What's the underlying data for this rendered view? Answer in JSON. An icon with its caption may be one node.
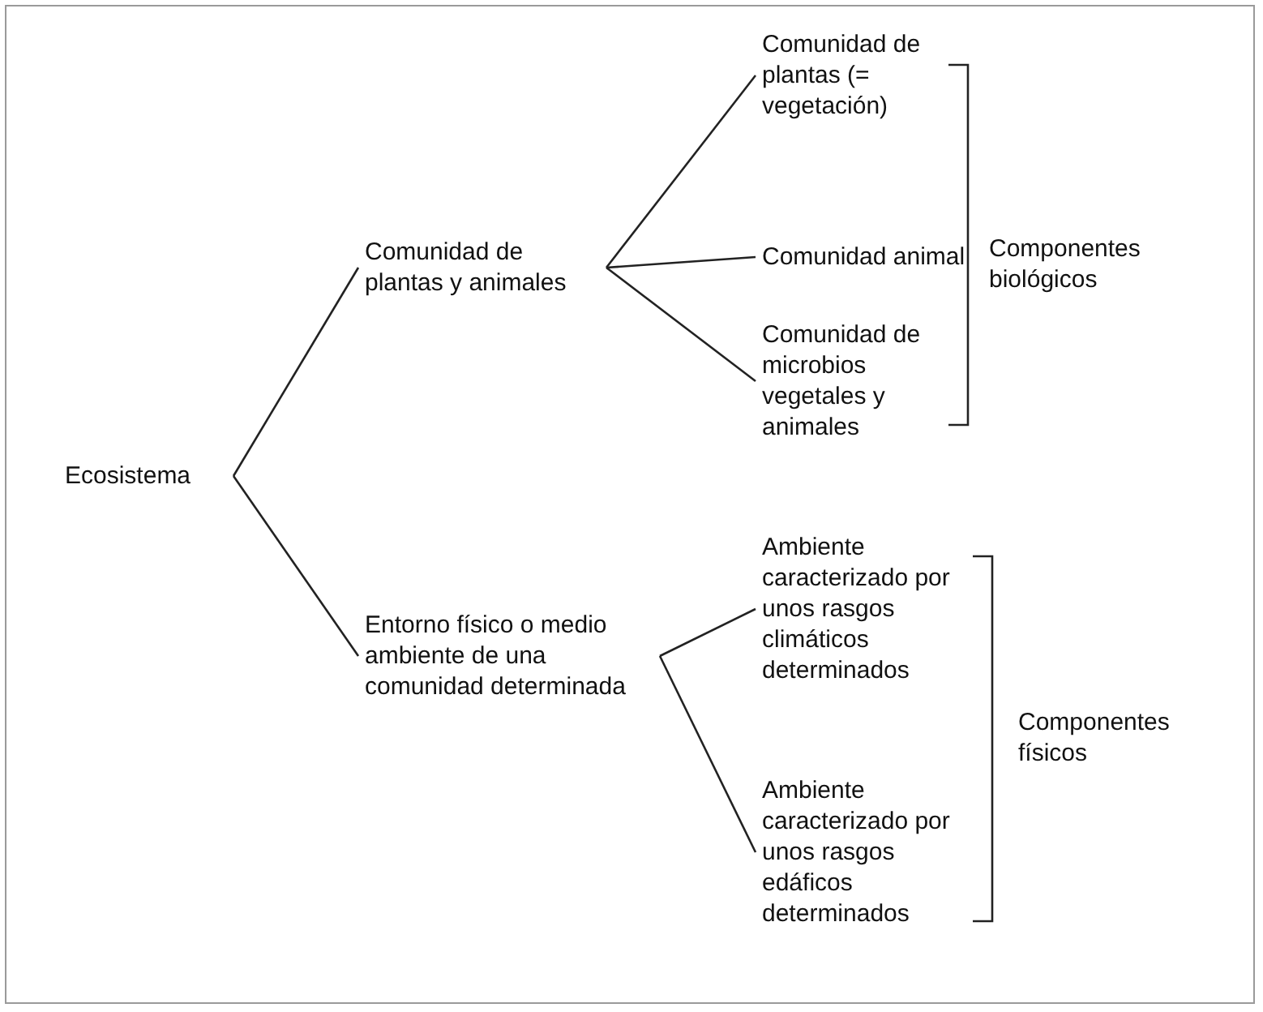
{
  "diagram": {
    "nodes": [
      {
        "text": [
          "Ecosistema"
        ]
      },
      {
        "text": [
          "Comunidad de plantas y animales"
        ]
      },
      {
        "text": [
          "Comunidad de plantas (= vegetación)"
        ]
      },
      {
        "text": [
          "Comunidad animal"
        ]
      },
      {
        "text": [
          "Comunidad de microbios vegetales y animales"
        ]
      },
      {
        "text": [
          "Entorno físico o medio ambiente de una comunidad determinada"
        ]
      },
      {
        "text": [
          "Ambiente caracterizado por unos rasgos climáticos determinados"
        ]
      },
      {
        "text": [
          "Ambiente caracterizado por unos rasgos edáficos determinados"
        ]
      }
    ],
    "edges": [
      {
        "from": 0,
        "to": 1,
        "arrow": "none"
      },
      {
        "from": 0,
        "to": 5,
        "arrow": "none"
      },
      {
        "from": 1,
        "to": 2,
        "arrow": "none"
      },
      {
        "from": 1,
        "to": 3,
        "arrow": "none"
      },
      {
        "from": 1,
        "to": 4,
        "arrow": "none"
      },
      {
        "from": 5,
        "to": 6,
        "arrow": "none"
      },
      {
        "from": 5,
        "to": 7,
        "arrow": "none"
      }
    ],
    "labels": [
      "Componentes biológicos",
      "Componentes físicos"
    ]
  }
}
